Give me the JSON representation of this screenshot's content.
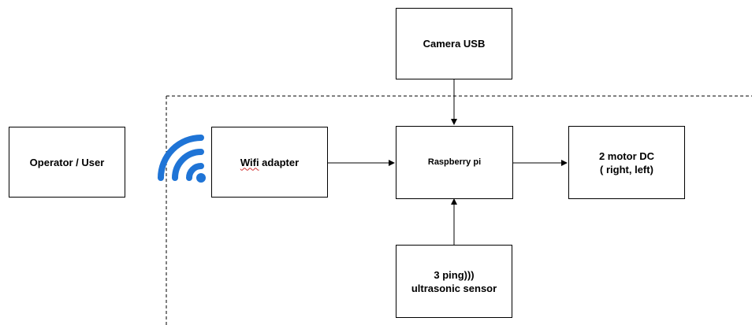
{
  "nodes": {
    "operator": {
      "label": "Operator / User"
    },
    "wifi_adapter": {
      "label_word": "Wifi",
      "label_rest": " adapter"
    },
    "camera": {
      "label": "Camera USB"
    },
    "raspberry": {
      "label": "Raspberry pi"
    },
    "motor": {
      "label": "2 motor DC\n( right, left)"
    },
    "sensor": {
      "label": "3 ping)))\nultrasonic sensor"
    }
  },
  "icons": {
    "wifi": "wifi-icon",
    "wifi_color": "#1f74d6"
  },
  "colors": {
    "line": "#000000",
    "spellcheck": "#d03030"
  }
}
